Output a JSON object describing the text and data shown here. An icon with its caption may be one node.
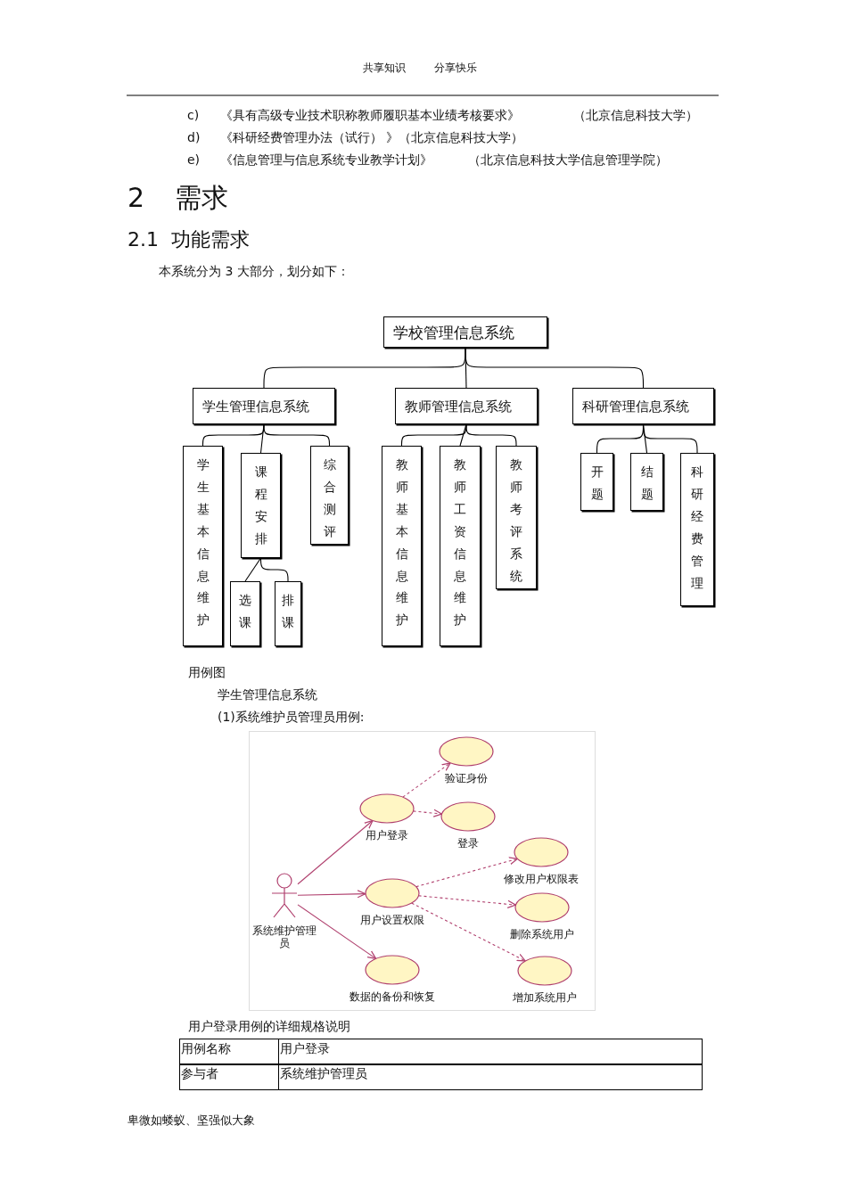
{
  "diagram": {
    "nodes": [
      {
        "text": [
          "学校管理信息系统"
        ]
      },
      {
        "text": [
          "学生管理信息系统"
        ]
      },
      {
        "text": [
          "教师管理信息系统"
        ]
      },
      {
        "text": [
          "科研管理信息系统"
        ]
      },
      {
        "text": [
          "学生基本信息维护"
        ]
      },
      {
        "text": [
          "课程安排"
        ]
      },
      {
        "text": [
          "综合测评"
        ]
      },
      {
        "text": [
          "选课"
        ]
      },
      {
        "text": [
          "排课"
        ]
      },
      {
        "text": [
          "教师基本信息维护"
        ]
      },
      {
        "text": [
          "教师工资信息维护"
        ]
      },
      {
        "text": [
          "教师考评系统"
        ]
      },
      {
        "text": [
          "开题"
        ]
      },
      {
        "text": [
          "结题"
        ]
      },
      {
        "text": [
          "科研经费管理"
        ]
      },
      {
        "text": [
          "系统维护管理员"
        ]
      },
      {
        "text": [
          "用户登录"
        ]
      },
      {
        "text": [
          "验证身份"
        ]
      },
      {
        "text": [
          "登录"
        ]
      },
      {
        "text": [
          "用户设置权限"
        ]
      },
      {
        "text": [
          "修改用户权限表"
        ]
      },
      {
        "text": [
          "删除系统用户"
        ]
      },
      {
        "text": [
          "增加系统用户"
        ]
      },
      {
        "text": [
          "数据的备份和恢复"
        ]
      }
    ],
    "edges": [
      {
        "from": 0,
        "to": 1,
        "arrow": "none"
      },
      {
        "from": 0,
        "to": 2,
        "arrow": "none"
      },
      {
        "from": 0,
        "to": 3,
        "arrow": "none"
      },
      {
        "from": 1,
        "to": 4,
        "arrow": "none"
      },
      {
        "from": 1,
        "to": 5,
        "arrow": "none"
      },
      {
        "from": 1,
        "to": 6,
        "arrow": "none"
      },
      {
        "from": 5,
        "to": 7,
        "arrow": "none"
      },
      {
        "from": 5,
        "to": 8,
        "arrow": "none"
      },
      {
        "from": 2,
        "to": 9,
        "arrow": "none"
      },
      {
        "from": 2,
        "to": 10,
        "arrow": "none"
      },
      {
        "from": 2,
        "to": 11,
        "arrow": "none"
      },
      {
        "from": 3,
        "to": 12,
        "arrow": "none"
      },
      {
        "from": 3,
        "to": 13,
        "arrow": "none"
      },
      {
        "from": 3,
        "to": 14,
        "arrow": "none"
      },
      {
        "from": 15,
        "to": 16,
        "arrow": "to",
        "color": "#b0406e"
      },
      {
        "from": 15,
        "to": 19,
        "arrow": "to",
        "color": "#b0406e"
      },
      {
        "from": 15,
        "to": 23,
        "arrow": "to",
        "color": "#b0406e"
      },
      {
        "from": 16,
        "to": 17,
        "arrow": "to",
        "style": "dashed",
        "color": "#b0406e"
      },
      {
        "from": 16,
        "to": 18,
        "arrow": "to",
        "style": "dashed",
        "color": "#b0406e"
      },
      {
        "from": 19,
        "to": 20,
        "arrow": "to",
        "style": "dashed",
        "color": "#b0406e"
      },
      {
        "from": 19,
        "to": 21,
        "arrow": "to",
        "style": "dashed",
        "color": "#b0406e"
      },
      {
        "from": 19,
        "to": 22,
        "arrow": "to",
        "style": "dashed",
        "color": "#b0406e"
      }
    ],
    "labels": [
      "共享知识",
      "分享快乐",
      "c)",
      "《具有高级专业技术职称教师履职基本业绩考核要求》",
      "（北京信息科技大学）",
      "d)",
      "《科研经费管理办法（试行） 》（北京信息科技大学）",
      "e)",
      "《信息管理与信息系统专业教学计划》",
      "（北京信息科技大学信息管理学院）",
      "2",
      "需求",
      "2.1",
      "功能需求",
      "本系统分为 3 大部分，划分如下：",
      "用例图",
      "学生管理信息系统",
      "(1)系统维护员管理员用例:",
      "用户登录用例的详细规格说明",
      "用例名称",
      "用户登录",
      "参与者",
      "系统维护管理员",
      "卑微如蝼蚁、坚强似大象"
    ]
  }
}
